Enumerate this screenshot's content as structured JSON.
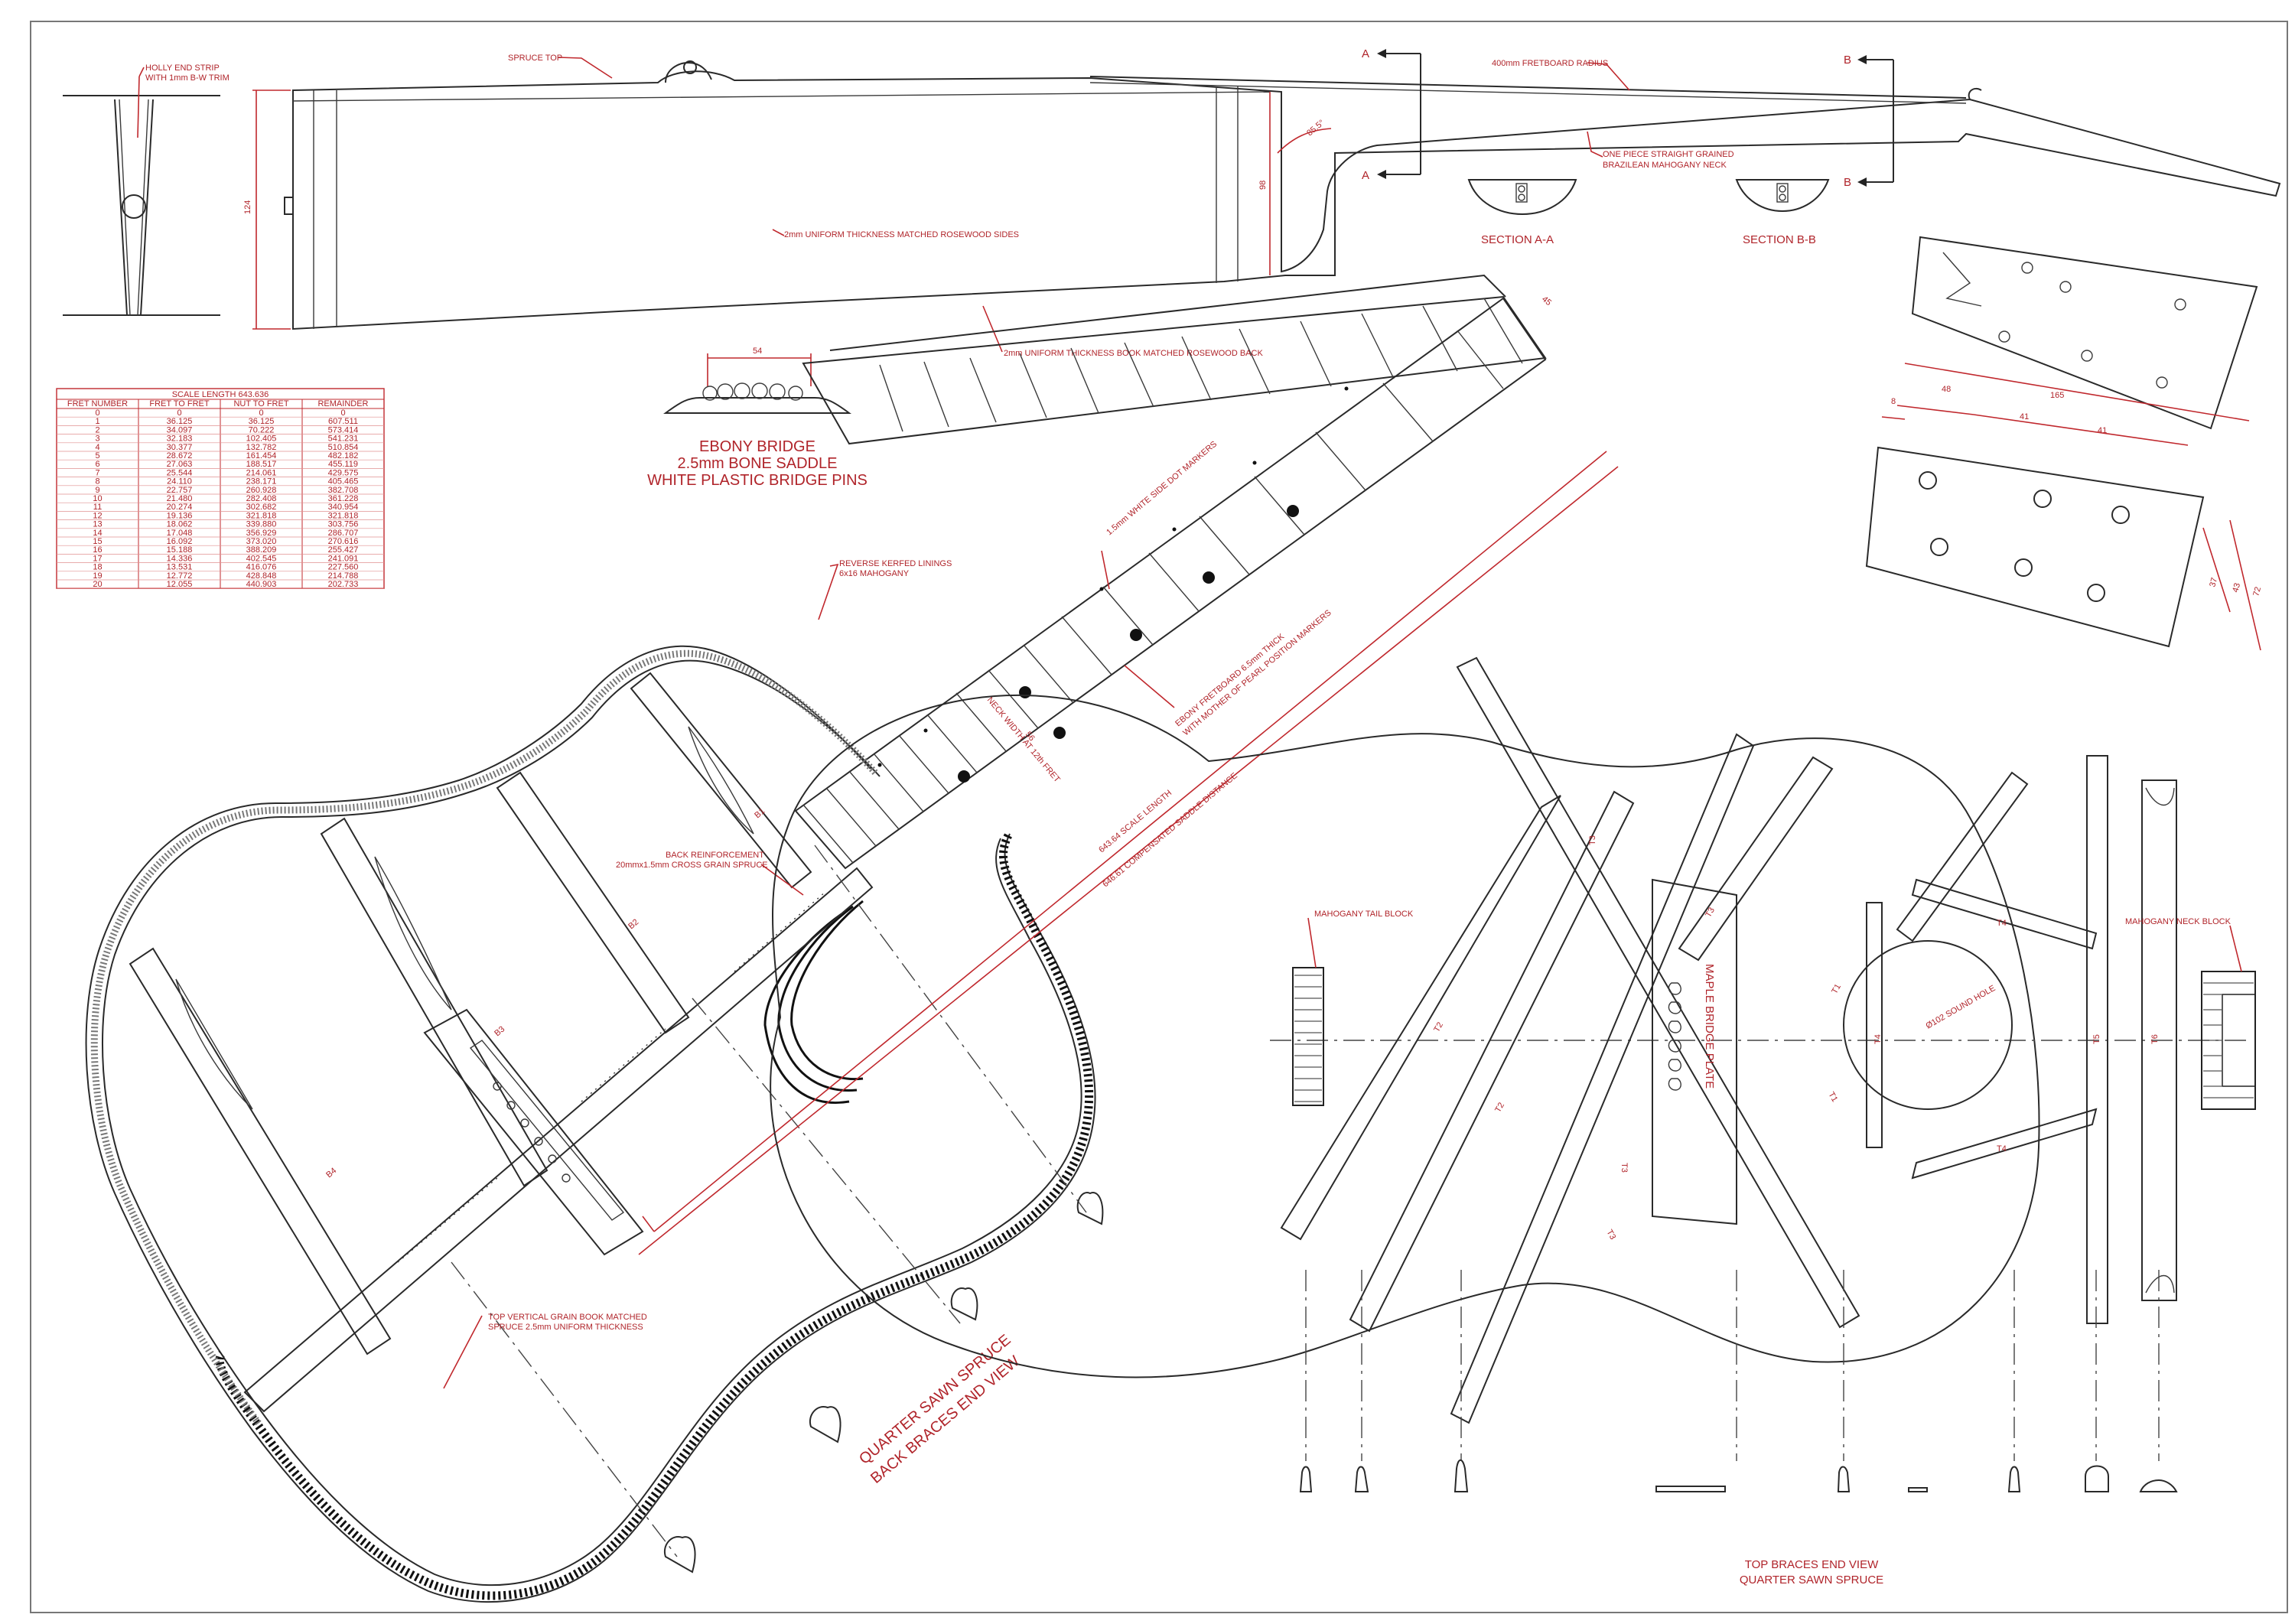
{
  "side_view": {
    "holly_strip": "HOLLY END STRIP",
    "holly_strip_2": "WITH 1mm B-W TRIM",
    "spruce_top": "SPRUCE TOP",
    "fretboard_radius": "400mm FRETBOARD RADIUS",
    "sides_note": "2mm UNIFORM THICKNESS MATCHED ROSEWOOD SIDES",
    "back_note": "2mm UNIFORM THICKNESS BOOK MATCHED ROSEWOOD BACK",
    "neck_note_1": "ONE PIECE STRAIGHT GRAINED",
    "neck_note_2": "BRAZILEAN MAHOGANY NECK",
    "dim_124": "124",
    "dim_98": "98",
    "angle": "85.5°",
    "mark_a": "A",
    "mark_b": "B"
  },
  "sections": {
    "aa": "SECTION A-A",
    "bb": "SECTION B-B"
  },
  "bridge": {
    "dim_54": "54",
    "line1": "EBONY BRIDGE",
    "line2": "2.5mm BONE SADDLE",
    "line3": "WHITE PLASTIC BRIDGE PINS"
  },
  "headstock": {
    "dim_165": "165",
    "dim_48": "48",
    "dim_8": "8",
    "dim_41a": "41",
    "dim_41b": "41",
    "dim_37": "37",
    "dim_43": "43",
    "dim_72": "72"
  },
  "scale_table": {
    "title": "SCALE LENGTH  643.636",
    "headers": [
      "FRET NUMBER",
      "FRET TO FRET",
      "NUT TO FRET",
      "REMAINDER"
    ],
    "rows": [
      [
        "0",
        "0",
        "0",
        "0"
      ],
      [
        "1",
        "36.125",
        "36.125",
        "607.511"
      ],
      [
        "2",
        "34.097",
        "70.222",
        "573.414"
      ],
      [
        "3",
        "32.183",
        "102.405",
        "541.231"
      ],
      [
        "4",
        "30.377",
        "132.782",
        "510.854"
      ],
      [
        "5",
        "28.672",
        "161.454",
        "482.182"
      ],
      [
        "6",
        "27.063",
        "188.517",
        "455.119"
      ],
      [
        "7",
        "25.544",
        "214.061",
        "429.575"
      ],
      [
        "8",
        "24.110",
        "238.171",
        "405.465"
      ],
      [
        "9",
        "22.757",
        "260.928",
        "382.708"
      ],
      [
        "10",
        "21.480",
        "282.408",
        "361.228"
      ],
      [
        "11",
        "20.274",
        "302.682",
        "340.954"
      ],
      [
        "12",
        "19.136",
        "321.818",
        "321.818"
      ],
      [
        "13",
        "18.062",
        "339.880",
        "303.756"
      ],
      [
        "14",
        "17.048",
        "356.929",
        "286.707"
      ],
      [
        "15",
        "16.092",
        "373.020",
        "270.616"
      ],
      [
        "16",
        "15.188",
        "388.209",
        "255.427"
      ],
      [
        "17",
        "14.336",
        "402.545",
        "241.091"
      ],
      [
        "18",
        "13.531",
        "416.076",
        "227.560"
      ],
      [
        "19",
        "12.772",
        "428.848",
        "214.788"
      ],
      [
        "20",
        "12.055",
        "440.903",
        "202.733"
      ]
    ]
  },
  "back_view": {
    "linings_1": "REVERSE KERFED LININGS",
    "linings_2": "6x16 MAHOGANY",
    "side_dots": "1.5mm WHITE SIDE DOT MARKERS",
    "fretboard_1": "EBONY FRETBOARD 6.5mm THICK",
    "fretboard_2": "WITH MOTHER OF PEARL POSITION MARKERS",
    "neck_width_dim": "56",
    "neck_width": "NECK WIDTH AT 12th FRET",
    "nut_dim": "45",
    "scale_length": "643.64  SCALE LENGTH",
    "compensated": "646.61  COMPENSATED SADDLE DISTANCE",
    "back_reinf_1": "BACK REINFORCEMENT",
    "back_reinf_2": "20mmx1.5mm CROSS GRAIN SPRUCE",
    "top_note_1": "TOP VERTICAL GRAIN BOOK MATCHED",
    "top_note_2": "SPRUCE 2.5mm UNIFORM THICKNESS",
    "b1": "B1",
    "b2": "B2",
    "b3": "B3",
    "b4": "B4",
    "quarter_1": "QUARTER SAWN SPRUCE",
    "quarter_2": "BACK BRACES END VIEW"
  },
  "top_view": {
    "tail_block": "MAHOGANY TAIL BLOCK",
    "neck_block": "MAHOGANY NECK BLOCK",
    "bridge_plate": "MAPLE BRIDGE PLATE",
    "sound_hole": "Ø102 SOUND HOLE",
    "t1": "T1",
    "t2": "T2",
    "t3": "T3",
    "t4": "T4",
    "t5": "T5",
    "t6": "T6",
    "caption_1": "TOP BRACES END VIEW",
    "caption_2": "QUARTER SAWN SPRUCE"
  }
}
